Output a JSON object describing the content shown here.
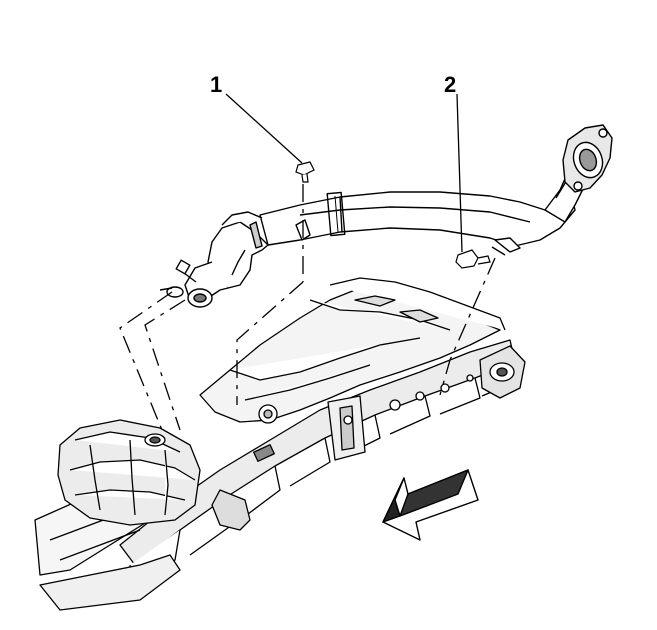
{
  "callouts": [
    {
      "id": "1",
      "label": "1",
      "part": "bolt-icon"
    },
    {
      "id": "2",
      "label": "2",
      "part": "nut-icon"
    }
  ],
  "colors": {
    "line": "#000000",
    "fill": "#ffffff",
    "shade": "#d8d8d8",
    "dark": "#555555"
  }
}
